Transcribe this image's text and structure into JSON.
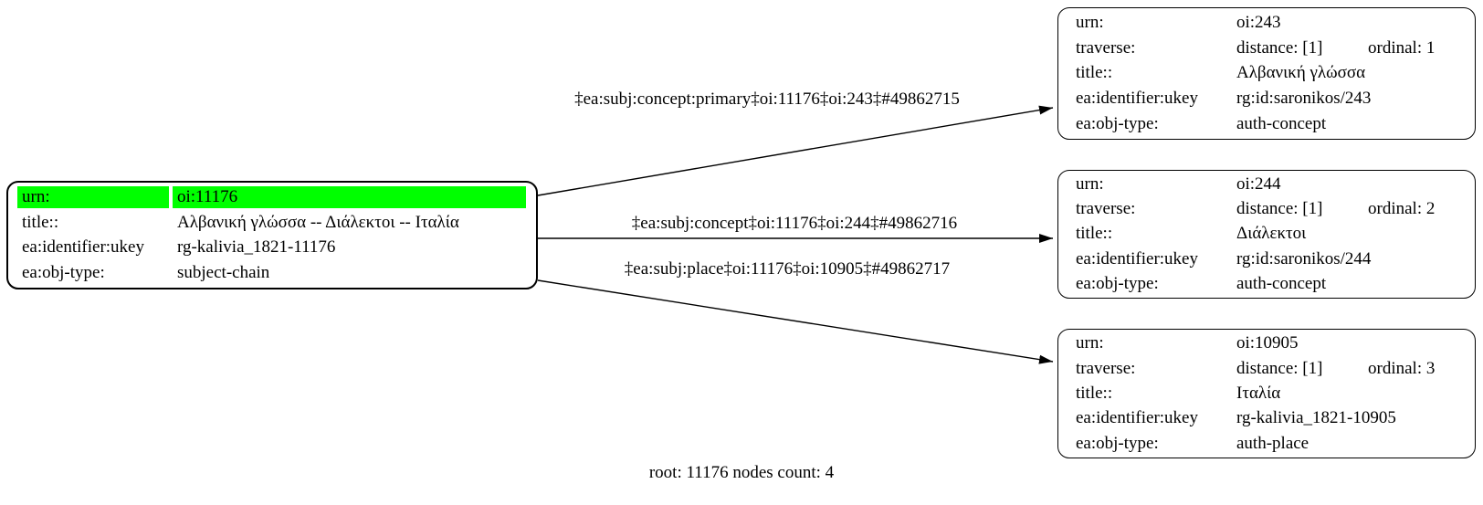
{
  "diagram": {
    "caption": "root: 11176 nodes count: 4",
    "highlight_color": "#00ff00",
    "border_color": "#000000"
  },
  "root_node": {
    "rows": [
      {
        "label": "urn:",
        "value": "oi:11176"
      },
      {
        "label": "title::",
        "value": "Αλβανική γλώσσα -- Διάλεκτοι -- Ιταλία"
      },
      {
        "label": "ea:identifier:ukey",
        "value": "rg-kalivia_1821-11176"
      },
      {
        "label": "ea:obj-type:",
        "value": "subject-chain"
      }
    ]
  },
  "nodes": [
    {
      "rows": [
        {
          "label": "urn:",
          "value": "oi:243"
        },
        {
          "label": "traverse:",
          "value": "distance: [1]",
          "value2": "ordinal: 1"
        },
        {
          "label": "title::",
          "value": "Αλβανική γλώσσα"
        },
        {
          "label": "ea:identifier:ukey",
          "value": "rg:id:saronikos/243"
        },
        {
          "label": "ea:obj-type:",
          "value": "auth-concept"
        }
      ]
    },
    {
      "rows": [
        {
          "label": "urn:",
          "value": "oi:244"
        },
        {
          "label": "traverse:",
          "value": "distance: [1]",
          "value2": "ordinal: 2"
        },
        {
          "label": "title::",
          "value": "Διάλεκτοι"
        },
        {
          "label": "ea:identifier:ukey",
          "value": "rg:id:saronikos/244"
        },
        {
          "label": "ea:obj-type:",
          "value": "auth-concept"
        }
      ]
    },
    {
      "rows": [
        {
          "label": "urn:",
          "value": "oi:10905"
        },
        {
          "label": "traverse:",
          "value": "distance: [1]",
          "value2": "ordinal: 3"
        },
        {
          "label": "title::",
          "value": "Ιταλία"
        },
        {
          "label": "ea:identifier:ukey",
          "value": "rg-kalivia_1821-10905"
        },
        {
          "label": "ea:obj-type:",
          "value": "auth-place"
        }
      ]
    }
  ],
  "edges": [
    {
      "label": "‡ea:subj:concept:primary‡oi:11176‡oi:243‡#49862715"
    },
    {
      "label": "‡ea:subj:concept‡oi:11176‡oi:244‡#49862716"
    },
    {
      "label": "‡ea:subj:place‡oi:11176‡oi:10905‡#49862717"
    }
  ]
}
